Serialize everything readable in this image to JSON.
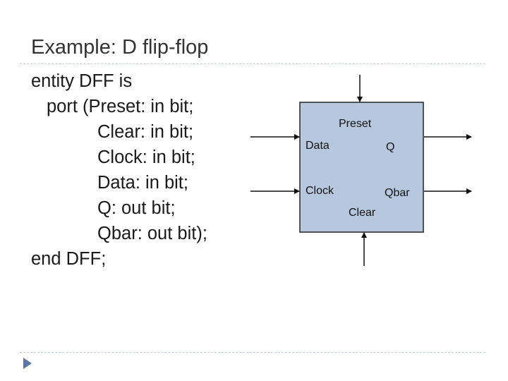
{
  "slide": {
    "title": "Example: D flip-flop"
  },
  "code_lines": [
    "entity DFF is",
    "port (Preset: in bit;",
    "Clear: in bit;",
    "Clock: in bit;",
    "Data: in bit;",
    "Q: out bit;",
    "Qbar: out bit);",
    "end DFF;"
  ],
  "diagram": {
    "labels": {
      "preset": "Preset",
      "data": "Data",
      "q": "Q",
      "clock": "Clock",
      "qbar": "Qbar",
      "clear": "Clear"
    },
    "colors": {
      "box_fill": "#b7c8de",
      "box_stroke": "#222222",
      "wire": "#111111"
    }
  },
  "icons": {
    "bullet": "triangle-bullet-icon"
  }
}
